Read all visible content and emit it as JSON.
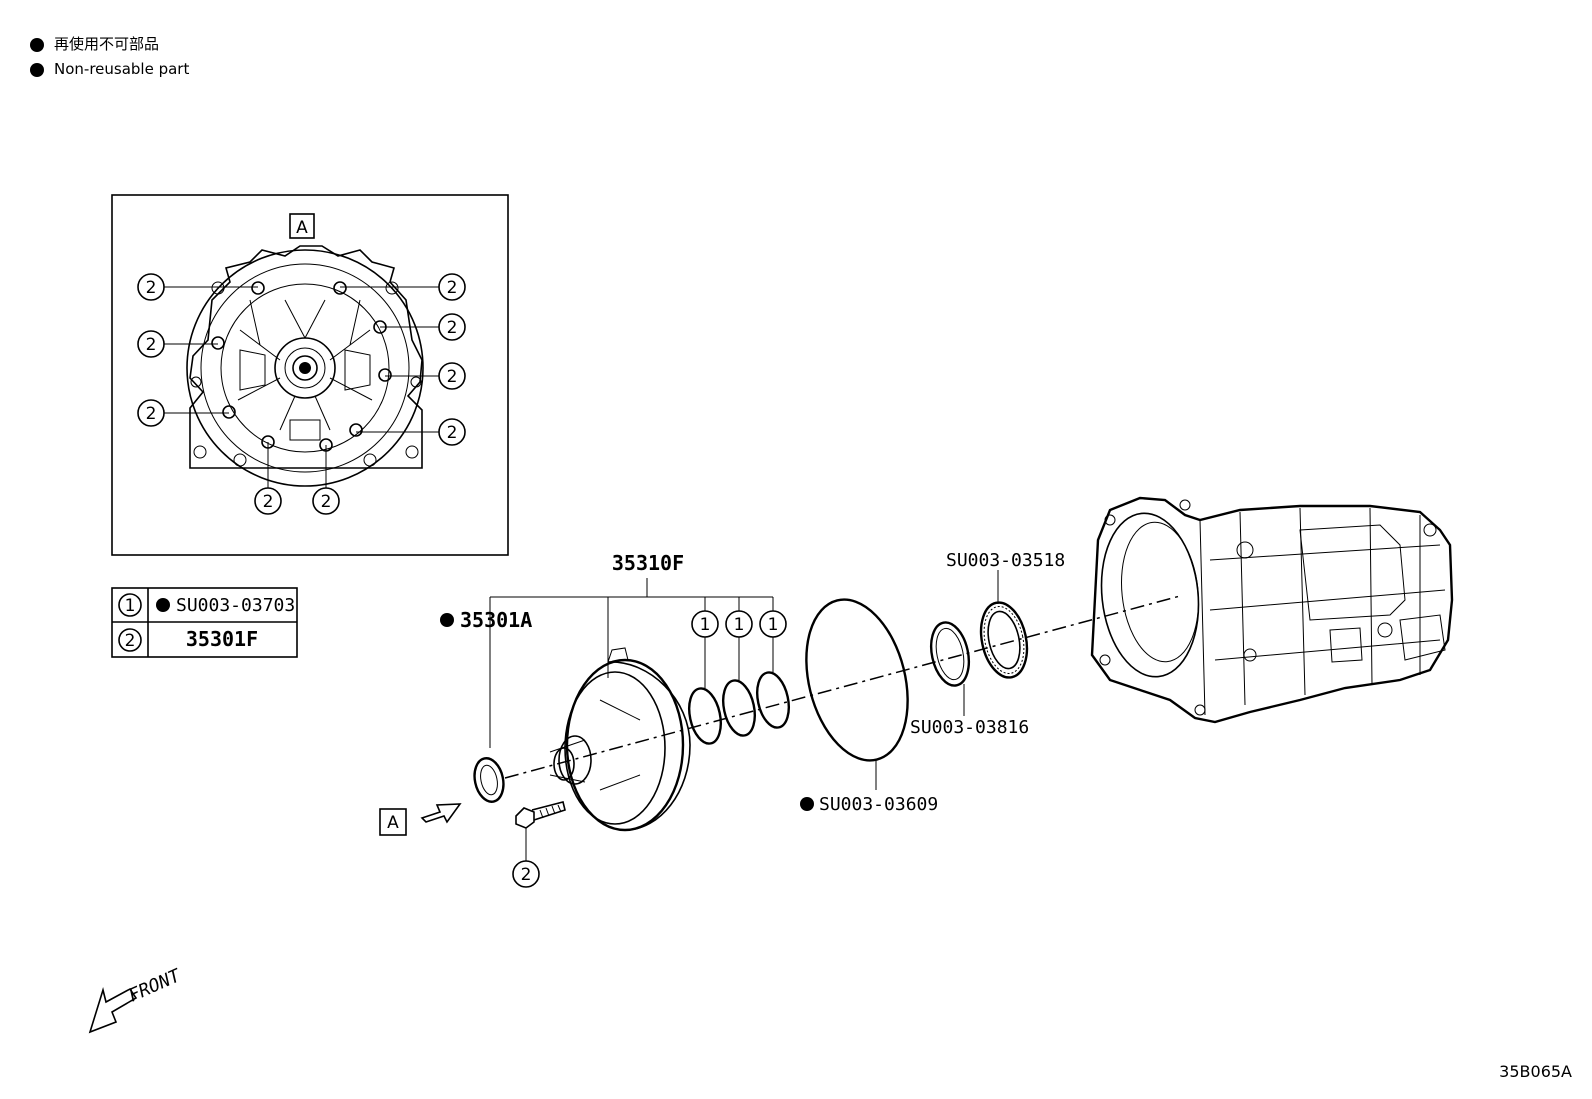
{
  "legend": {
    "jp": "再使用不可部品",
    "en": "Non-reusable part"
  },
  "inset": {
    "view_tag": "A",
    "bolt_ref": "2"
  },
  "ref_table": [
    {
      "key": "1",
      "part": "SU003-03703",
      "non_reusable": true
    },
    {
      "key": "2",
      "part": "35301F",
      "non_reusable": false
    }
  ],
  "parts": {
    "pump_assy": "35310F",
    "oil_seal": "35301A",
    "gasket": "SU003-03609",
    "race": "SU003-03816",
    "bearing": "SU003-03518"
  },
  "callouts": {
    "ring": "1",
    "bolt": "2",
    "view_a": "A"
  },
  "front_label": "FRONT",
  "figure_code": "35B065A"
}
